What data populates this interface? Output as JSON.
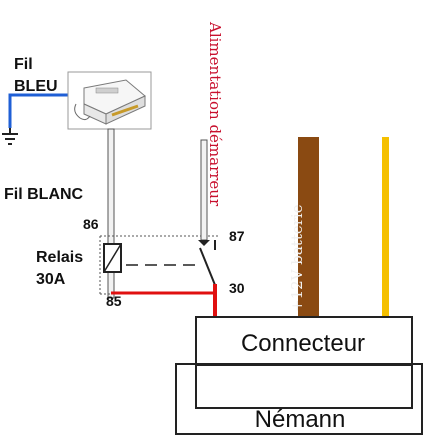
{
  "labels": {
    "fil_bleu_line1": "Fil",
    "fil_bleu_line2": "BLEU",
    "fil_blanc": "Fil BLANC",
    "relais_line1": "Relais",
    "relais_line2": "30A",
    "pin_86": "86",
    "pin_85": "85",
    "pin_87": "87",
    "pin_30": "30",
    "alimentation": "Alimentation démarreur",
    "batterie": "+12V batterie",
    "connecteur": "Connecteur",
    "nemann": "Némann"
  },
  "colors": {
    "blue_wire": "#1f5fd6",
    "white_wire": "#f2f2f2",
    "wire_outline": "#555555",
    "red_wire": "#e01010",
    "brown_wire": "#8a4a12",
    "yellow_wire": "#f5c000",
    "crimson_text": "#c8102e",
    "battery_text": "#f0f0f0"
  },
  "icons": {
    "ground": "ground-icon",
    "module": "module-icon",
    "relay_coil": "relay-coil-icon",
    "relay_switch": "relay-switch-icon"
  }
}
